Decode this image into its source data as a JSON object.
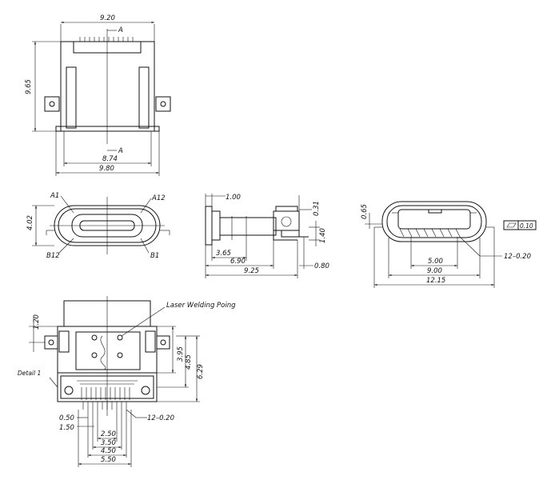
{
  "top_view": {
    "dim_width_top": "9.20",
    "dim_height": "9.65",
    "dim_width_inner": "8.74",
    "dim_width_total": "9.80",
    "section_mark_top": "A",
    "section_mark_bottom": "A"
  },
  "front_view": {
    "pin_a1": "A1",
    "pin_a12": "A12",
    "pin_b12": "B12",
    "pin_b1": "B1",
    "dim_height": "4.02"
  },
  "side_view": {
    "dim_flange": "1.00",
    "dim_tip": "0.31",
    "dim_step": "1.40",
    "dim_a": "3.65",
    "dim_b": "6.90",
    "dim_total": "9.25",
    "dim_tail": "0.80"
  },
  "section_view": {
    "dim_top": "0.65",
    "flatness": "0.10",
    "pitch_pins": "12–0.20",
    "dim_inner": "5.00",
    "dim_mid": "9.00",
    "dim_total": "12.15"
  },
  "bottom_view": {
    "dim_side": "1.20",
    "laser_label": "Laser Welding Poing",
    "detail_label": "Detail 1",
    "dim_h1": "3.95",
    "dim_h2": "4.85",
    "dim_h3": "6.29",
    "pin_dims": [
      "0.50",
      "1.50",
      "2.50",
      "3.50",
      "4.50",
      "5.50"
    ],
    "pitch_pins": "12–0.20"
  }
}
